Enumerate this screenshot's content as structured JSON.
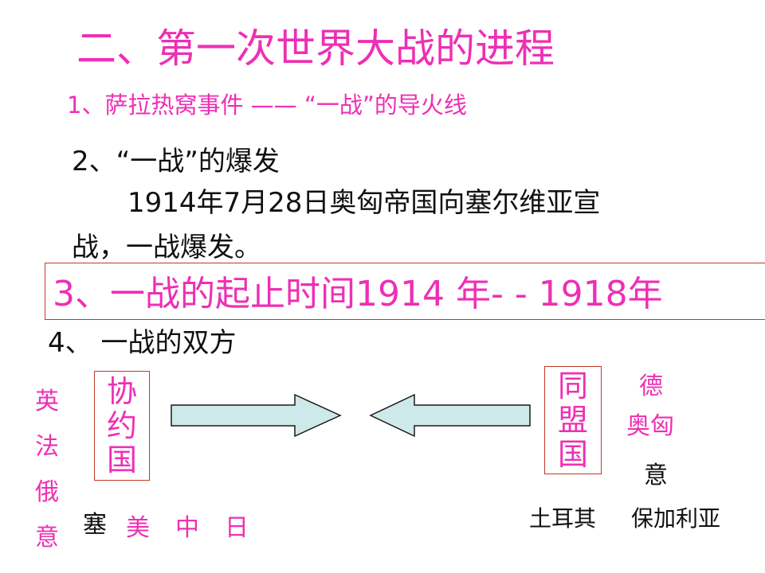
{
  "slide": {
    "title": "二、第一次世界大战的进程",
    "section1": "1、萨拉热窝事件 —— “一战”的导火线",
    "section2_heading": "2、“一战”的爆发",
    "section2_line1": "1914年7月28日奥匈帝国向塞尔维亚宣",
    "section2_line2": "战，一战爆发。",
    "section3": "3、一战的起止时间1914  年- - 1918年",
    "section4": "4、 一战的双方"
  },
  "diagram": {
    "entente": {
      "name_chars": [
        "协",
        "约",
        "国"
      ],
      "members": [
        "英",
        "法",
        "俄",
        "意"
      ],
      "serbia": "塞",
      "others": [
        "美",
        "中",
        "日"
      ]
    },
    "central": {
      "name_chars": [
        "同",
        "盟",
        "国"
      ],
      "members_top": [
        "德",
        "奥匈"
      ],
      "italy": "意",
      "turkey": "土耳其",
      "bulgaria": "保加利亚"
    },
    "arrow_fill": "#cde9ea",
    "arrow_stroke": "#1a1a1a"
  },
  "colors": {
    "accent": "#ee2fb4",
    "text": "#111111",
    "box_border": "#c0392b"
  }
}
